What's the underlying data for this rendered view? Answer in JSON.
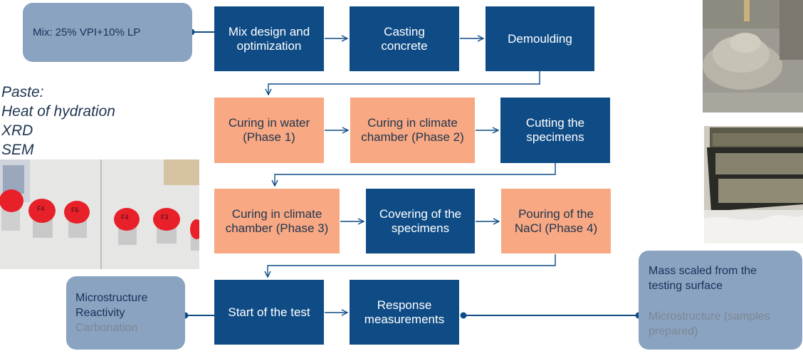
{
  "mix_note": "Mix: 25% VPI+10% LP",
  "steps": {
    "mix_design": [
      "Mix design and",
      "optimization"
    ],
    "casting": [
      "Casting",
      "concrete"
    ],
    "demoulding": [
      "Demoulding"
    ],
    "curing_water": [
      "Curing in water",
      "(Phase 1)"
    ],
    "curing_climate_2": [
      "Curing in climate",
      "chamber (Phase 2)"
    ],
    "cutting": [
      "Cutting the",
      "specimens"
    ],
    "curing_climate_3": [
      "Curing in climate",
      "chamber (Phase 3)"
    ],
    "covering": [
      "Covering of the",
      "specimens"
    ],
    "pouring": [
      "Pouring of the",
      "NaCl (Phase 4)"
    ],
    "start_test": [
      "Start of the test"
    ],
    "response": [
      "Response",
      "measurements"
    ]
  },
  "paste": {
    "heading": "Paste:",
    "items": [
      "Heat of hydration",
      "XRD",
      "SEM"
    ]
  },
  "left_note": {
    "lines": [
      "Microstructure",
      "Reactivity"
    ],
    "muted": "Carbonation"
  },
  "right_note": {
    "lines": [
      "Mass scaled from the",
      "testing surface"
    ],
    "muted": [
      "Microstructure (samples",
      "prepared)"
    ]
  },
  "sample_labels": [
    "F4",
    "F6",
    "F4",
    "F3"
  ],
  "colors": {
    "process_blue": "#0f4c86",
    "curing_orange": "#f8a882",
    "note_grey": "#8aa3c0",
    "cap_red": "#e8202a"
  }
}
